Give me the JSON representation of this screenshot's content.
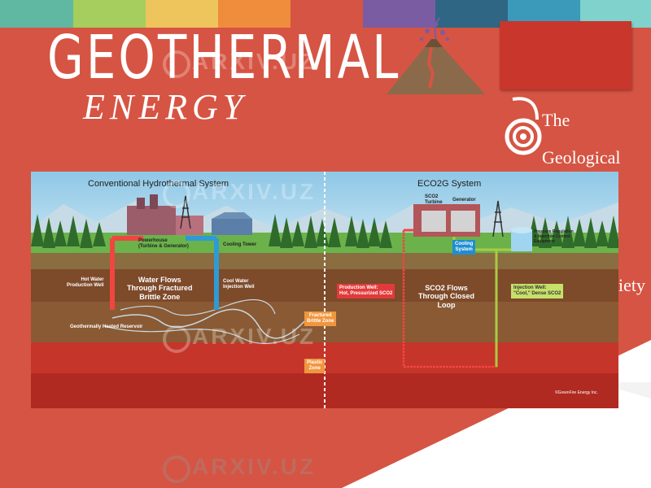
{
  "header": {
    "title": "GEOTHERMAL",
    "subtitle": "ENERGY",
    "stripe_colors": [
      "#60b8a2",
      "#a5ce5e",
      "#eec45c",
      "#ef8d3c",
      "#d65443",
      "#7a5ca3",
      "#2f6683",
      "#3b9ab9",
      "#7fd3cc"
    ]
  },
  "society_logo": {
    "text_lines": [
      "The",
      "Geological",
      "iety"
    ]
  },
  "watermark": {
    "text": "ARXIV.UZ"
  },
  "diagram": {
    "left": {
      "title": "Conventional Hydrothermal  System",
      "powerhouse": "Powerhouse\n(Turbine & Generator)",
      "cooling_tower": "Cooling Tower",
      "hot_water_well": "Hot Water\nProduction Well",
      "cool_water_well": "Cool Water\nInjection Well",
      "flow_label": "Water Flows\nThrough Fractured\nBrittle Zone",
      "reservoir": "Geothermally Heated Reservoir"
    },
    "right": {
      "title": "ECO2G System",
      "turbine": "SCO2\nTurbine",
      "generator": "Generator",
      "cooling": "Cooling\nSystem",
      "pressure_equipment": "Pressure Regulation\n& Injection Control\nEquipment",
      "production_well": "Production Well:\nHot, Pressurized SCO2",
      "injection_well": "Injection Well:\n\"Cool,\" Dense SCO2",
      "loop_label": "SCO2 Flows\nThrough Closed\nLoop",
      "copyright": "©GreenFire Energy Inc."
    },
    "zones": {
      "fractured": "Fractured\nBrittle Zone",
      "plastic": "Plastic\nZone"
    }
  }
}
